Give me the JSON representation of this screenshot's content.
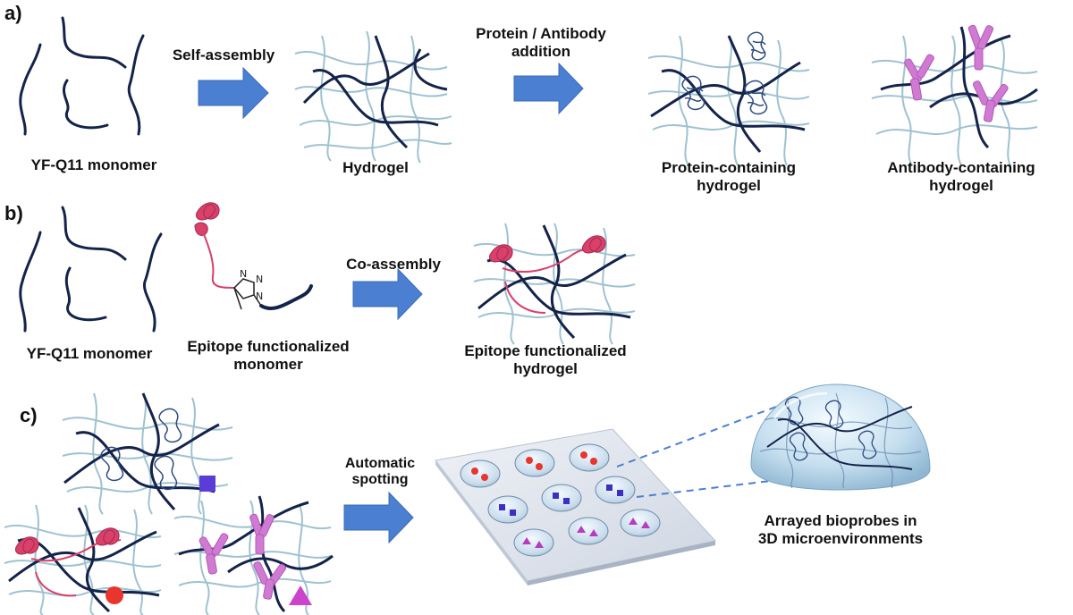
{
  "panels": {
    "a": "a)",
    "b": "b)",
    "c": "c)"
  },
  "labels": {
    "a_monomer": "YF-Q11 monomer",
    "a_self_assembly": "Self-assembly",
    "a_hydrogel": "Hydrogel",
    "a_protein_antibody_addition_1": "Protein / Antibody",
    "a_protein_antibody_addition_2": "addition",
    "a_protein_hydrogel_1": "Protein-containing",
    "a_protein_hydrogel_2": "hydrogel",
    "a_antibody_hydrogel_1": "Antibody-containing",
    "a_antibody_hydrogel_2": "hydrogel",
    "b_monomer": "YF-Q11 monomer",
    "b_epitope_monomer_1": "Epitope functionalized",
    "b_epitope_monomer_2": "monomer",
    "b_co_assembly": "Co-assembly",
    "b_epitope_hydrogel_1": "Epitope functionalized",
    "b_epitope_hydrogel_2": "hydrogel",
    "c_automatic_spotting_1": "Automatic",
    "c_automatic_spotting_2": "spotting",
    "c_arrayed_1": "Arrayed bioprobes in",
    "c_arrayed_2": "3D microenvironments"
  },
  "triazole_atoms": {
    "n1": "N",
    "n2": "N",
    "n3": "N"
  },
  "colors": {
    "arrow": "#4a7fd1",
    "fiber_dark": "#14234a",
    "fiber_light": "#9fc2d0",
    "protein": "#2d4a80",
    "antibody": "#d07ad4",
    "epitope": "#d9406a",
    "square_marker": "#5a3dd6",
    "circle_marker": "#e8352e",
    "triangle_marker": "#cc44cc",
    "spot_square": "#3d2ec4",
    "spot_triangle": "#b73cc0"
  },
  "markers": {
    "protein_gel": "square",
    "epitope_gel": "circle",
    "antibody_gel": "triangle"
  }
}
